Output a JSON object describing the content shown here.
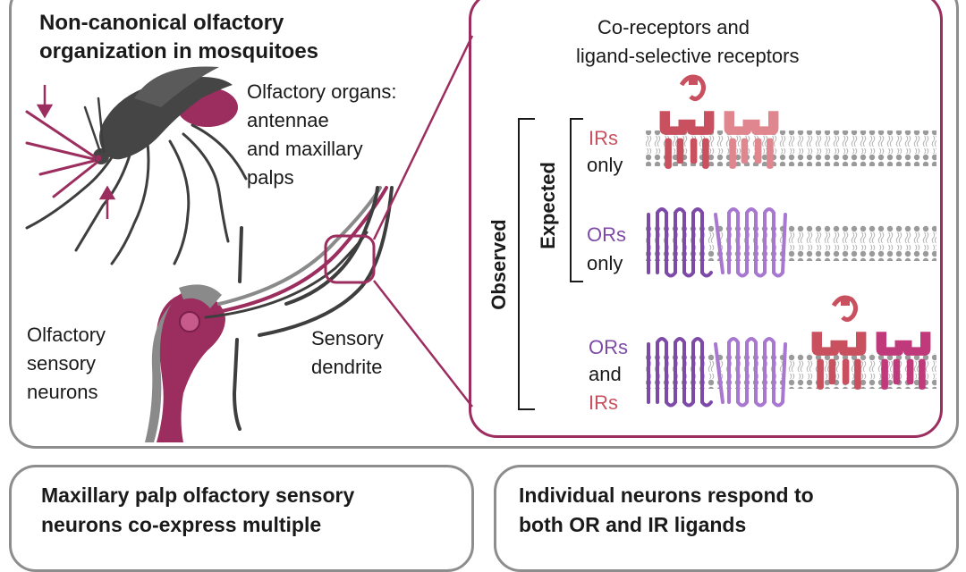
{
  "top_panel": {
    "title_line1": "Non-canonical olfactory",
    "title_line2": "organization in mosquitoes",
    "organs_label": [
      "Olfactory organs:",
      "antennae",
      "and maxillary",
      "palps"
    ],
    "osn_label": [
      "Olfactory",
      "sensory",
      "neurons"
    ],
    "dendrite_label": [
      "Sensory",
      "dendrite"
    ]
  },
  "inset": {
    "title_line1": "Co-receptors and",
    "title_line2": "ligand-selective receptors",
    "observed_label": "Observed",
    "expected_label": "Expected",
    "row_irs": {
      "line1": "IRs",
      "line2": "only"
    },
    "row_ors": {
      "line1": "ORs",
      "line2": "only"
    },
    "row_both": {
      "line1": "ORs",
      "line2": "and",
      "line3": "IRs"
    }
  },
  "bottom_left": {
    "title_line1": "Maxillary palp olfactory sensory",
    "title_line2": "neurons co-express multiple"
  },
  "bottom_right": {
    "title_line1": "Individual neurons respond to",
    "title_line2": "both OR and IR ligands"
  },
  "colors": {
    "magenta": "#9c2d5f",
    "ir_red": "#c8505f",
    "ir_pink": "#e0868f",
    "or_purple": "#7e4aa8",
    "or_light": "#a878d0",
    "membrane": "#9a9a9a",
    "panel_border": "#8d8d8d",
    "mosquito_gray": "#4a4a4a"
  }
}
